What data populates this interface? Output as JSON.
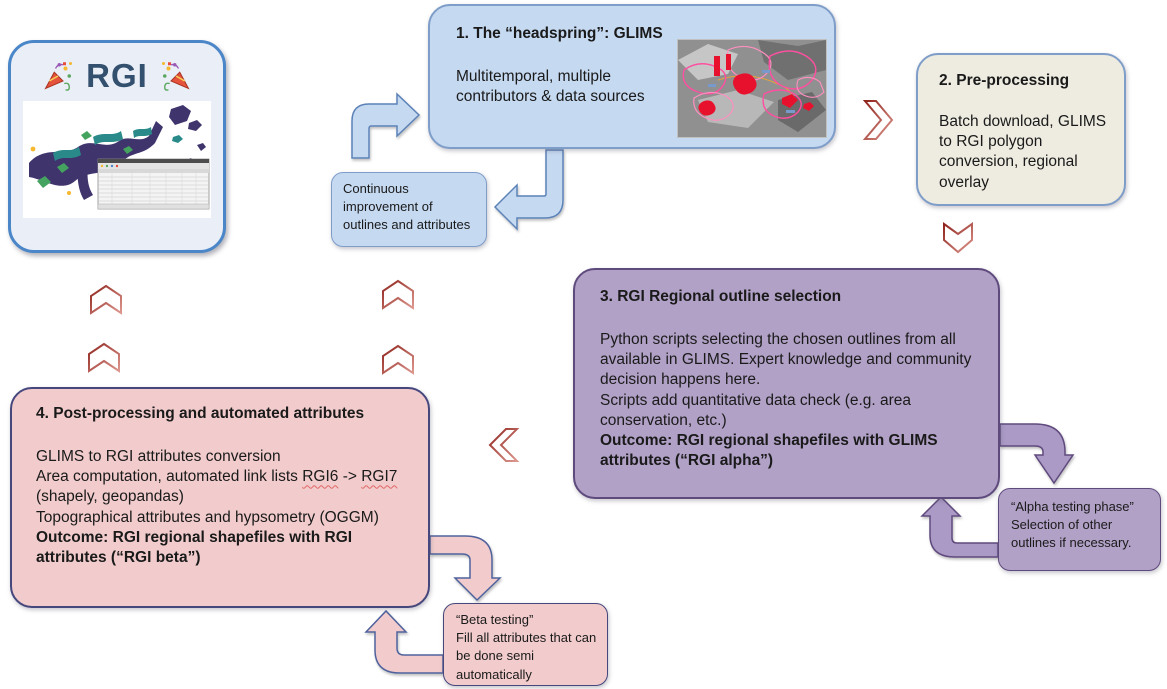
{
  "logo": {
    "title": "RGI",
    "left_icon": "party-popper",
    "right_icon": "party-popper",
    "image": "glacier-outline-map-with-attribute-table"
  },
  "box1": {
    "title": "1. The “headspring”: GLIMS",
    "body": "Multitemporal, multiple contributors & data sources",
    "image": "glims-glacier-outlines-on-terrain-map"
  },
  "box2": {
    "title": "2. Pre-processing",
    "body": "Batch download, GLIMS to RGI polygon conversion, regional overlay"
  },
  "continuous_note": {
    "text": "Continuous improvement of outlines and attributes"
  },
  "box3": {
    "title": "3. RGI Regional outline selection",
    "body": "Python scripts selecting the chosen outlines from all available in GLIMS. Expert knowledge and community decision happens here.",
    "body2": "Scripts add quantitative data check (e.g. area conservation, etc.)",
    "outcome": "Outcome: RGI regional shapefiles with GLIMS attributes (“RGI alpha”)"
  },
  "box4": {
    "title": "4. Post-processing and automated attributes",
    "line1": "GLIMS to RGI attributes conversion",
    "line2a": "Area computation, automated link lists ",
    "line2b": "RGI6",
    "line2c": " -> ",
    "line2d": "RGI7",
    "line2e": " (shapely, geopandas)",
    "line3": "Topographical attributes and hypsometry (OGGM)",
    "outcome": "Outcome: RGI regional shapefiles with RGI attributes (“RGI beta”)"
  },
  "alpha_note": {
    "line1": "“Alpha testing phase”",
    "line2": "Selection of other outlines if necessary."
  },
  "beta_note": {
    "line1": "“Beta testing”",
    "line2": "Fill all attributes that can be done semi automatically"
  },
  "colors": {
    "blue_fill": "#c5d9f1",
    "blue_border": "#7f9dc9",
    "beige_fill": "#eeece1",
    "purple_fill": "#b1a1c6",
    "purple_border": "#5f4a7d",
    "pink_fill": "#f2cccc",
    "pink_border": "#45477d",
    "red_chevron": "#a93b32",
    "logo_border": "#4a86c8"
  }
}
